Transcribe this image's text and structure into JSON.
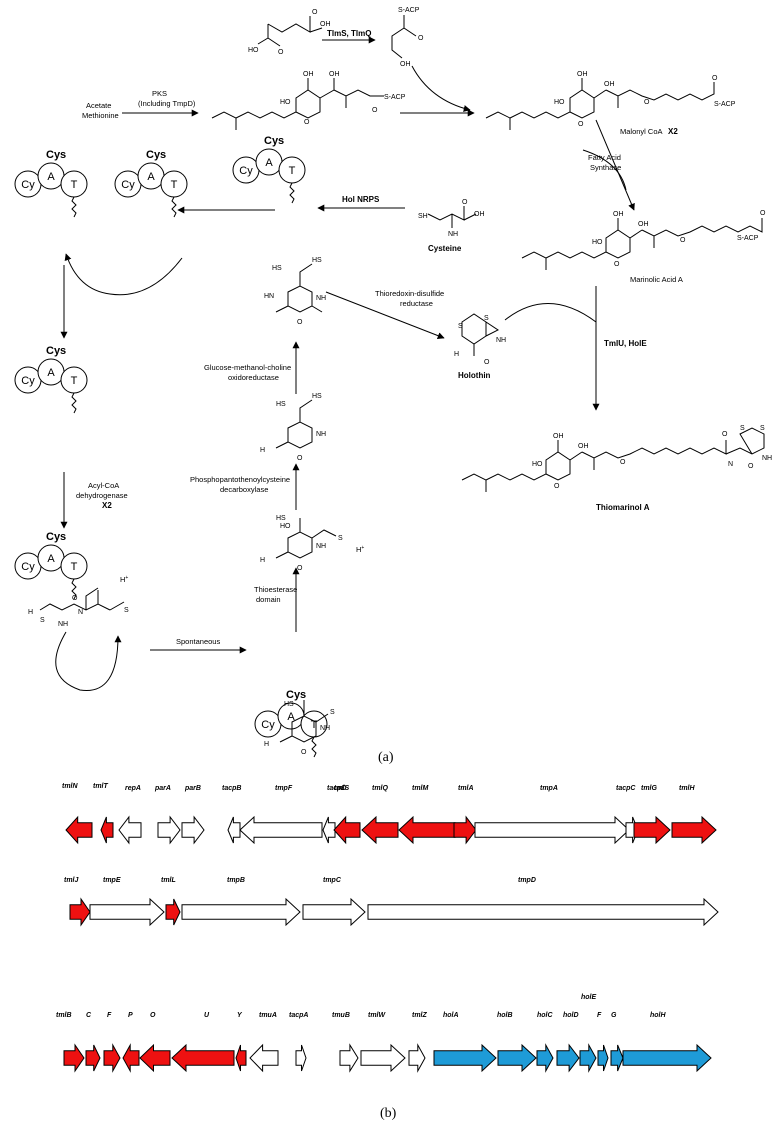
{
  "panel_a": {
    "label": "(a)",
    "reagents": {
      "tlms_tlmq": "TlmS, TlmQ",
      "s_acp": "S-ACP",
      "pks": "PKS",
      "pks_including": "(Including TmpD)",
      "acetate": "Acetate",
      "methionine": "Methionine",
      "malonyl": "Malonyl CoA",
      "malonyl_x2": "X2",
      "fas_1": "Fatty Acid",
      "fas_2": "Synthase",
      "hol_nrps": "Hol NRPS",
      "cysteine": "Cysteine",
      "marinolic": "Marinolic Acid A",
      "thioredoxin_1": "Thioredoxin-disulfide",
      "thioredoxin_2": "reductase",
      "holothin": "Holothin",
      "tmlu_hole": "TmlU, HolE",
      "thiomarinol": "Thiomarinol A",
      "gmc_1": "Glucose-methanol-choline",
      "gmc_2": "oxidoreductase",
      "ppc_1": "Phosphopantothenoylcysteine",
      "ppc_2": "decarboxylase",
      "thioesterase_1": "Thioesterase",
      "thioesterase_2": "domain",
      "acyl_1": "Acyl-CoA",
      "acyl_2": "dehydrogenase",
      "acyl_x2": "X2",
      "spontaneous": "Spontaneous",
      "h_plus": "H",
      "plus": "+"
    },
    "nrps": {
      "cys": "Cys",
      "cy": "Cy",
      "a": "A",
      "t": "T"
    },
    "atoms": {
      "s": "S",
      "sh": "SH",
      "hs": "HS",
      "nh2": "NH",
      "h2n": "H",
      "two": "2",
      "n": "N",
      "o": "O",
      "oh": "OH",
      "ho": "HO",
      "nh": "NH",
      "h": "H",
      "hn": "HN"
    }
  },
  "panel_b": {
    "label": "(b)",
    "row1": [
      {
        "name": "tmlN",
        "color": "red",
        "dir": "left"
      },
      {
        "name": "tmlT",
        "color": "red",
        "dir": "left"
      },
      {
        "name": "repA",
        "color": "white",
        "dir": "left"
      },
      {
        "name": "parA",
        "color": "white",
        "dir": "right"
      },
      {
        "name": "parB",
        "color": "white",
        "dir": "right"
      },
      {
        "name": "tacpB",
        "color": "white",
        "dir": "left"
      },
      {
        "name": "tmpF",
        "color": "white",
        "dir": "left"
      },
      {
        "name": "tacpD",
        "color": "white",
        "dir": "left"
      },
      {
        "name": "tmlS",
        "color": "red",
        "dir": "left"
      },
      {
        "name": "tmlQ",
        "color": "red",
        "dir": "left"
      },
      {
        "name": "tmlM",
        "color": "red",
        "dir": "left"
      },
      {
        "name": "tmlA",
        "color": "red",
        "dir": "right"
      },
      {
        "name": "tmpA",
        "color": "white",
        "dir": "right"
      },
      {
        "name": "tacpC",
        "color": "white",
        "dir": "right"
      },
      {
        "name": "tmlG",
        "color": "red",
        "dir": "right"
      },
      {
        "name": "tmlH",
        "color": "red",
        "dir": "right"
      }
    ],
    "row2": [
      {
        "name": "tmlJ",
        "color": "red",
        "dir": "right"
      },
      {
        "name": "tmpE",
        "color": "white",
        "dir": "right"
      },
      {
        "name": "tmlL",
        "color": "red",
        "dir": "right"
      },
      {
        "name": "tmpB",
        "color": "white",
        "dir": "right"
      },
      {
        "name": "tmpC",
        "color": "white",
        "dir": "right"
      },
      {
        "name": "tmpD",
        "color": "white",
        "dir": "right"
      }
    ],
    "row3": [
      {
        "name": "tmlB",
        "color": "red",
        "dir": "right"
      },
      {
        "name": "C",
        "color": "red",
        "dir": "right"
      },
      {
        "name": "F",
        "color": "red",
        "dir": "right"
      },
      {
        "name": "P",
        "color": "red",
        "dir": "left"
      },
      {
        "name": "O",
        "color": "red",
        "dir": "left"
      },
      {
        "name": "U",
        "color": "red",
        "dir": "left"
      },
      {
        "name": "Y",
        "color": "red",
        "dir": "left"
      },
      {
        "name": "tmuA",
        "color": "white",
        "dir": "left"
      },
      {
        "name": "tacpA",
        "color": "white",
        "dir": "right"
      },
      {
        "name": "tmuB",
        "color": "white",
        "dir": "right"
      },
      {
        "name": "tmlW",
        "color": "white",
        "dir": "right"
      },
      {
        "name": "tmlZ",
        "color": "white",
        "dir": "right"
      },
      {
        "name": "holA",
        "color": "blue",
        "dir": "right"
      },
      {
        "name": "holB",
        "color": "blue",
        "dir": "right"
      },
      {
        "name": "holC",
        "color": "blue",
        "dir": "right"
      },
      {
        "name": "holD",
        "color": "blue",
        "dir": "right"
      },
      {
        "name": "holE",
        "color": "blue",
        "dir": "right"
      },
      {
        "name": "F",
        "color": "blue",
        "dir": "right"
      },
      {
        "name": "G",
        "color": "blue",
        "dir": "right"
      },
      {
        "name": "holH",
        "color": "blue",
        "dir": "right"
      }
    ],
    "colors": {
      "red": "#ee1111",
      "white": "#ffffff",
      "blue": "#1e9bd7"
    }
  }
}
